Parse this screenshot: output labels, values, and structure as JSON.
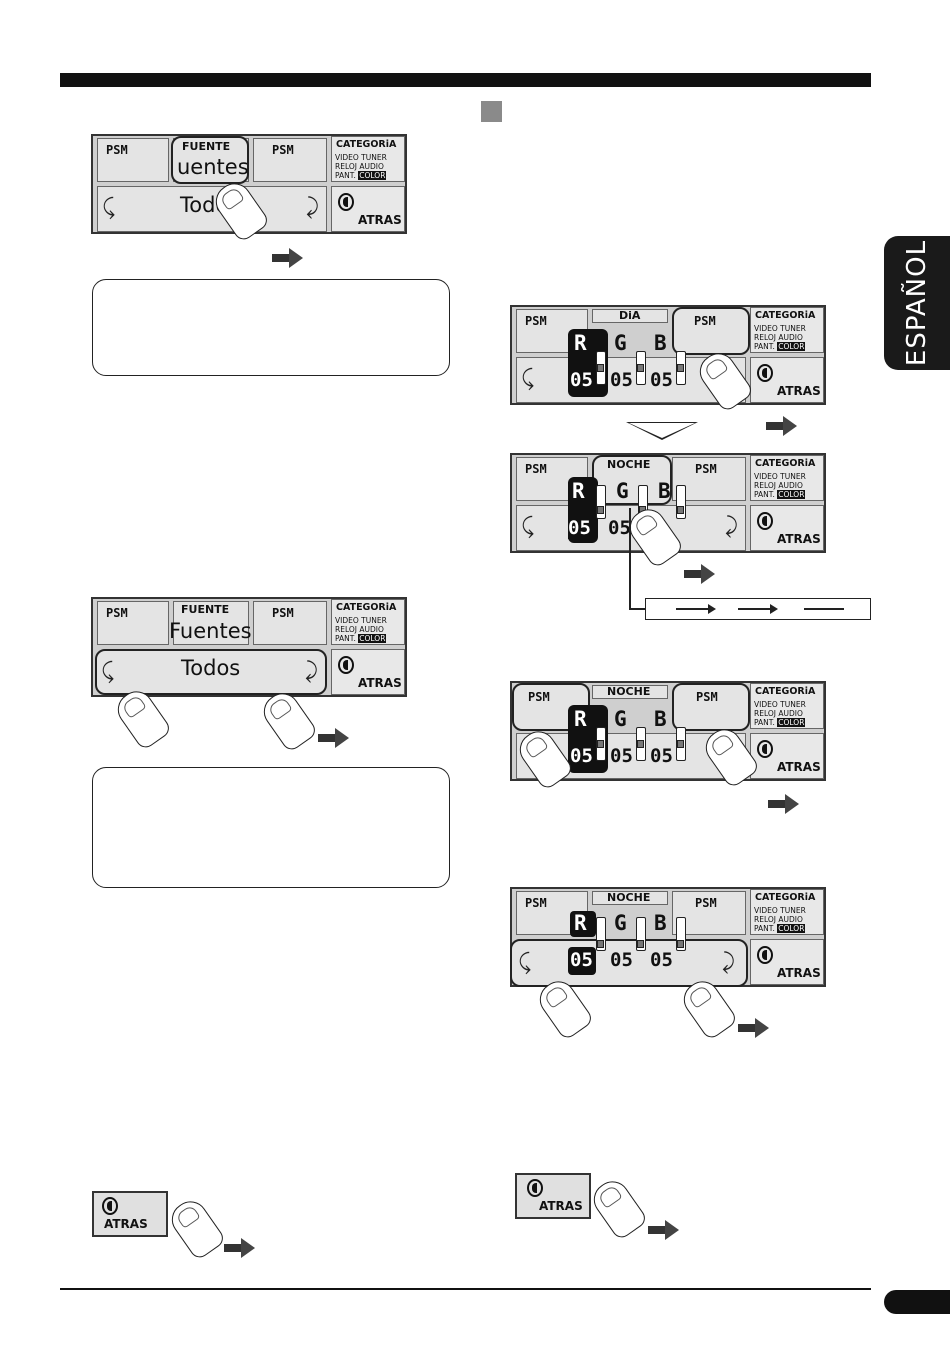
{
  "language_tab": "ESPAÑOL",
  "panel_1": {
    "psm_left": "PSM",
    "psm_right": "PSM",
    "source_label": "FUENTE",
    "source_value": "uentes",
    "category_value": "Todos",
    "category_title": "CATEGORiA",
    "category_line1": "VIDEO TUNER",
    "category_line2": "RELOJ AUDIO",
    "category_line3_prefix": "PANT.",
    "category_line3_color": "COLOR",
    "back": "ATRAS"
  },
  "panel_2": {
    "psm_left": "PSM",
    "psm_right": "PSM",
    "source_label": "FUENTE",
    "source_value": "Fuentes",
    "category_value": "Todos",
    "category_title": "CATEGORiA",
    "category_line1": "VIDEO TUNER",
    "category_line2": "RELOJ AUDIO",
    "category_line3_prefix": "PANT.",
    "category_line3_color": "COLOR",
    "back": "ATRAS"
  },
  "panel_dia": {
    "psm_left": "PSM",
    "psm_right": "PSM",
    "mode": "DiA",
    "r": "R",
    "g": "G",
    "b": "B",
    "val_r": "05",
    "val_g": "05",
    "val_b": "05",
    "category_title": "CATEGORiA",
    "category_line1": "VIDEO TUNER",
    "category_line2": "RELOJ AUDIO",
    "category_line3_prefix": "PANT.",
    "category_line3_color": "COLOR",
    "back": "ATRAS"
  },
  "panel_noche_1": {
    "psm_left": "PSM",
    "psm_right": "PSM",
    "mode": "NOCHE",
    "r": "R",
    "g": "G",
    "b": "B",
    "val_r": "05",
    "val_g": "05",
    "category_title": "CATEGORiA",
    "category_line1": "VIDEO TUNER",
    "category_line2": "RELOJ AUDIO",
    "category_line3_prefix": "PANT.",
    "category_line3_color": "COLOR",
    "back": "ATRAS"
  },
  "panel_noche_2": {
    "psm_left": "PSM",
    "psm_right": "PSM",
    "mode": "NOCHE",
    "r": "R",
    "g": "G",
    "b": "B",
    "val_r": "05",
    "val_g": "05",
    "val_b": "05",
    "category_title": "CATEGORiA",
    "category_line1": "VIDEO TUNER",
    "category_line2": "RELOJ AUDIO",
    "category_line3_prefix": "PANT.",
    "category_line3_color": "COLOR",
    "back": "ATRAS"
  },
  "panel_noche_3": {
    "psm_left": "PSM",
    "psm_right": "PSM",
    "mode": "NOCHE",
    "r": "R",
    "g": "G",
    "b": "B",
    "val_r": "05",
    "val_g": "05",
    "val_b": "05",
    "category_title": "CATEGORiA",
    "category_line1": "VIDEO TUNER",
    "category_line2": "RELOJ AUDIO",
    "category_line3_prefix": "PANT.",
    "category_line3_color": "COLOR",
    "back": "ATRAS"
  },
  "back_button_left": "ATRAS",
  "back_button_right": "ATRAS"
}
